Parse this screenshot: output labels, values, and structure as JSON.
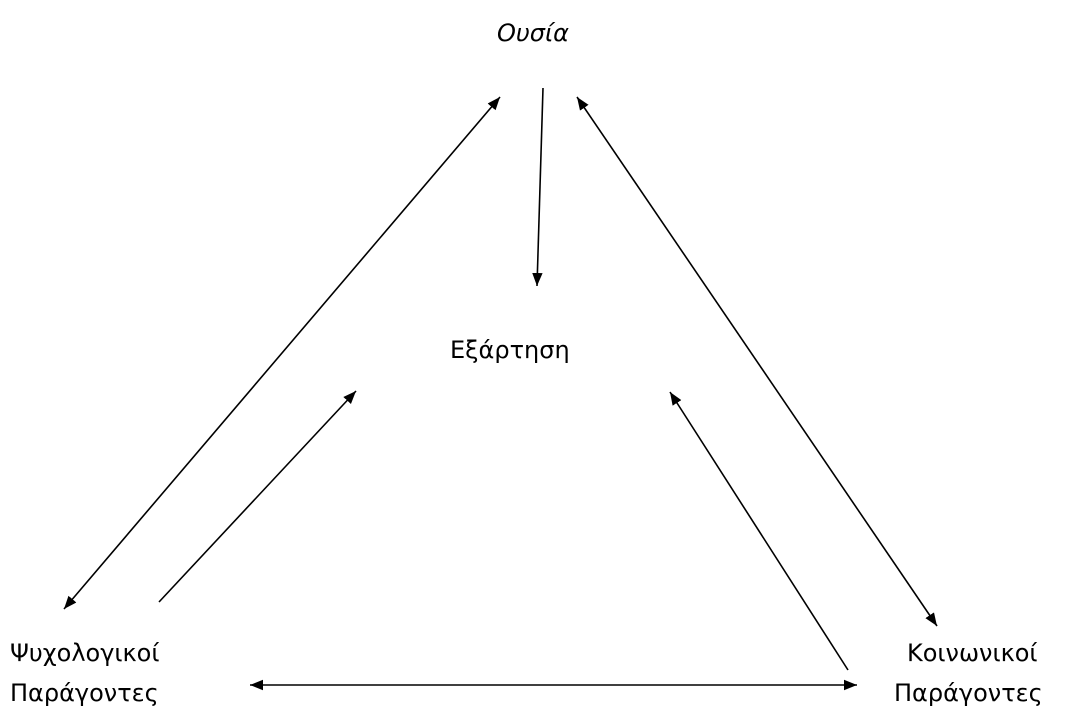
{
  "nodes": {
    "substance": {
      "label": "Ουσία"
    },
    "addiction": {
      "label": "Εξάρτηση"
    },
    "psychological": {
      "line1": "Ψυχολογικοί",
      "line2": "Παράγοντες"
    },
    "social": {
      "line1": "Κοινωνικοί",
      "line2": "Παράγοντες"
    }
  },
  "colors": {
    "text": "#000000",
    "arrow": "#000000",
    "background": "#ffffff"
  }
}
